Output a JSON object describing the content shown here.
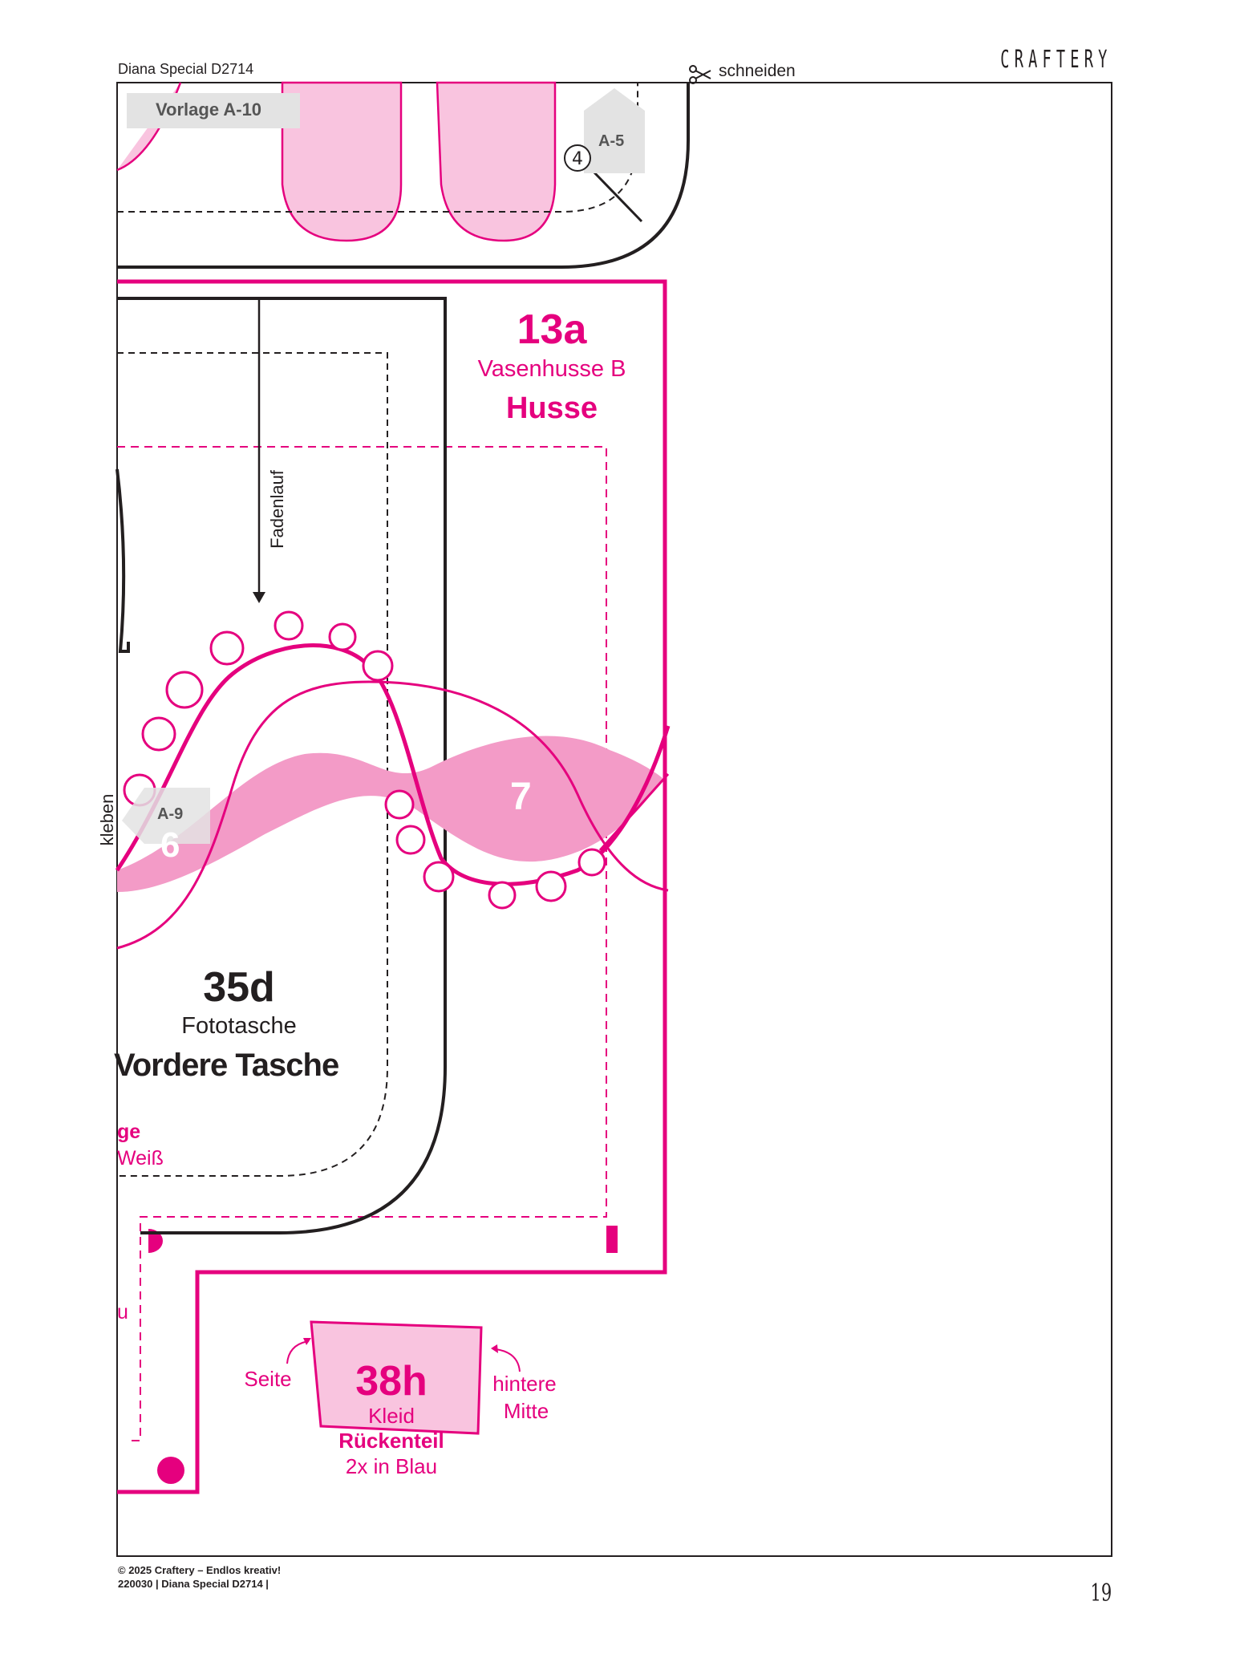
{
  "header": {
    "publication": "Diana Special D2714",
    "cut_label": "schneiden",
    "brand": "CRAFTERY"
  },
  "templates": {
    "vorlage_a10": "Vorlage A-10",
    "a5": "A-5",
    "marker_4": "④",
    "a9": "A-9"
  },
  "piece_13a": {
    "number": "13a",
    "subtitle": "Vasenhusse B",
    "name": "Husse"
  },
  "piece_35d": {
    "number": "35d",
    "subtitle": "Fototasche",
    "name": "Vordere Tasche",
    "partial_line_1": "ge",
    "partial_line_2": "Weiß"
  },
  "piece_38h": {
    "number": "38h",
    "subtitle": "Kleid",
    "name": "Rückenteil",
    "quantity": "2x in Blau",
    "left_label": "Seite",
    "right_label_1": "hintere",
    "right_label_2": "Mitte"
  },
  "labels": {
    "fadenlauf": "Fadenlauf",
    "kleben": "kleben",
    "piece_6": "6",
    "piece_7": "7",
    "partial_u": "u"
  },
  "footer": {
    "copyright": "© 2025 Craftery – Endlos kreativ!",
    "code": "220030 | Diana Special D2714 |",
    "page_number": "19"
  },
  "colors": {
    "magenta": "#e5007e",
    "light_pink": "#f9c4df",
    "medium_pink": "#f39bc7",
    "black": "#231f20",
    "tab_gray": "#e3e3e3"
  }
}
